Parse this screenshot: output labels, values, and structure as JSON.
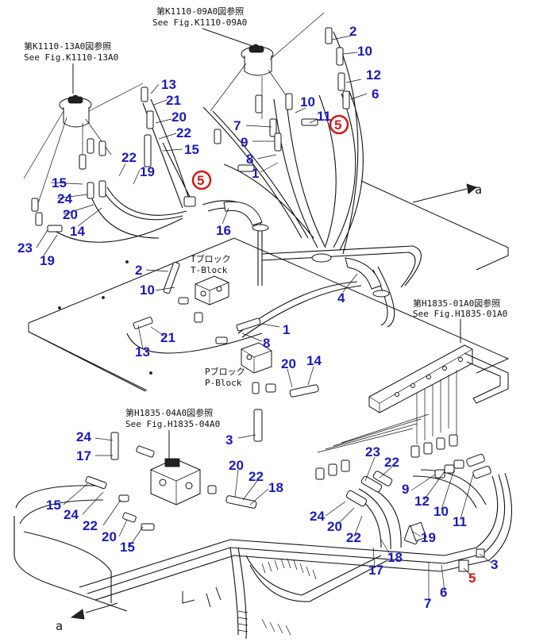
{
  "references": {
    "top_center_jp": "第K1110-09A0図参照",
    "top_center_en": "See Fig.K1110-09A0",
    "top_left_jp": "第K1110-13A0図参照",
    "top_left_en": "See Fig.K1110-13A0",
    "right_jp": "第H1835-01A0図参照",
    "right_en": "See Fig.H1835-01A0",
    "bottom_left_jp": "第H1835-04A0図参照",
    "bottom_left_en": "See Fig.H1835-04A0"
  },
  "block_labels": {
    "t_block_jp": "Tブロック",
    "t_block_en": "T-Block",
    "p_block_jp": "Pブロック",
    "p_block_en": "P-Block"
  },
  "arrow_labels": {
    "top_right": "a",
    "bottom_left": "a"
  },
  "callouts": [
    "2",
    "10",
    "12",
    "6",
    "10",
    "11",
    "5",
    "7",
    "9",
    "8",
    "1",
    "13",
    "21",
    "20",
    "22",
    "15",
    "22",
    "19",
    "5",
    "15",
    "24",
    "20",
    "14",
    "23",
    "19",
    "16",
    "4",
    "2",
    "10",
    "13",
    "21",
    "1",
    "8",
    "20",
    "14",
    "3",
    "24",
    "17",
    "15",
    "24",
    "22",
    "20",
    "15",
    "20",
    "22",
    "18",
    "23",
    "22",
    "9",
    "12",
    "10",
    "11",
    "24",
    "20",
    "22",
    "19",
    "18",
    "17",
    "7",
    "6",
    "5",
    "3"
  ],
  "colors": {
    "callout": "#1b1bb5",
    "callout_highlight": "#d41818",
    "line": "#111111",
    "background": "#ffffff"
  }
}
